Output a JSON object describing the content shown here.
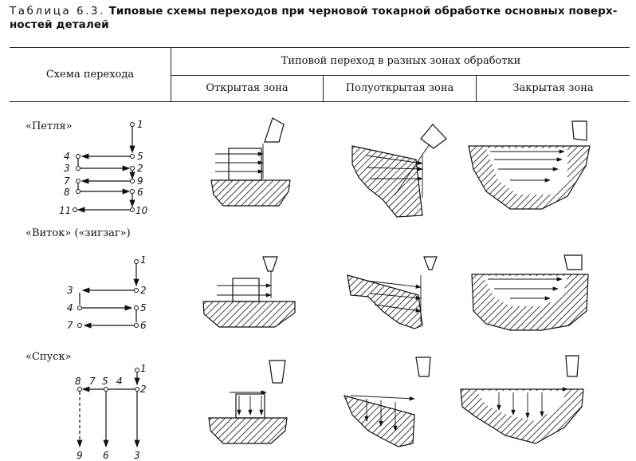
{
  "caption": {
    "label": "Таблица 6.3.",
    "text_line1": "Типовые схемы переходов при черновой токарной обработке основных поверх-",
    "text_line2": "ностей деталей"
  },
  "table_header": {
    "scheme_col": "Схема перехода",
    "group": "Типовой переход в разных зонах обработки",
    "zones": [
      "Открытая зона",
      "Полуоткрытая зона",
      "Закрытая зона"
    ]
  },
  "rows": [
    {
      "label": "«Петля»",
      "points": [
        "1",
        "5",
        "2",
        "4",
        "3",
        "9",
        "6",
        "7",
        "8",
        "11",
        "10"
      ]
    },
    {
      "label": "«Виток» («зигзаг»)",
      "points": [
        "1",
        "3",
        "2",
        "4",
        "5",
        "7",
        "6"
      ]
    },
    {
      "label": "«Спуск»",
      "points": [
        "1",
        "8",
        "7",
        "5",
        "4",
        "2",
        "9",
        "6",
        "3"
      ]
    }
  ]
}
